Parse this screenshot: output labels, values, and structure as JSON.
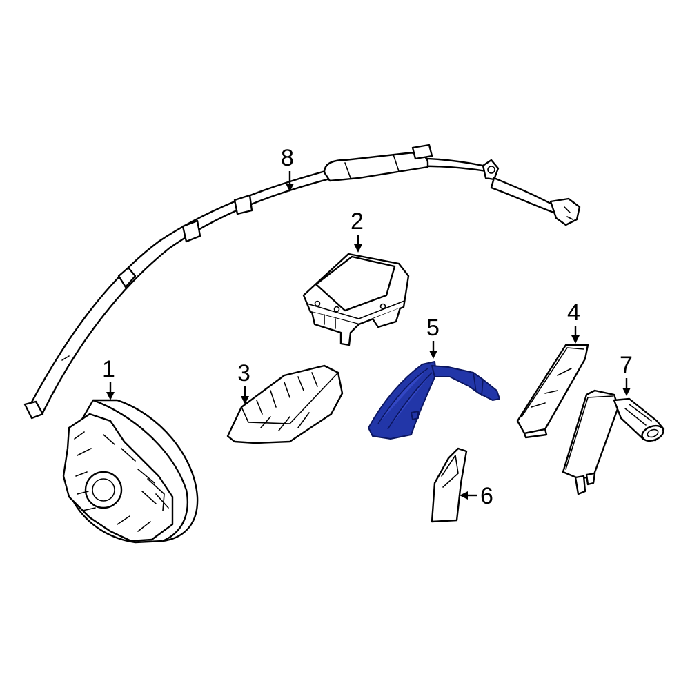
{
  "colors": {
    "highlight": "#2236a8",
    "outline": "#000000",
    "background": "#ffffff"
  },
  "callouts": {
    "c1": "1",
    "c2": "2",
    "c3": "3",
    "c4": "4",
    "c5": "5",
    "c6": "6",
    "c7": "7",
    "c8": "8"
  },
  "highlighted_part": "5"
}
